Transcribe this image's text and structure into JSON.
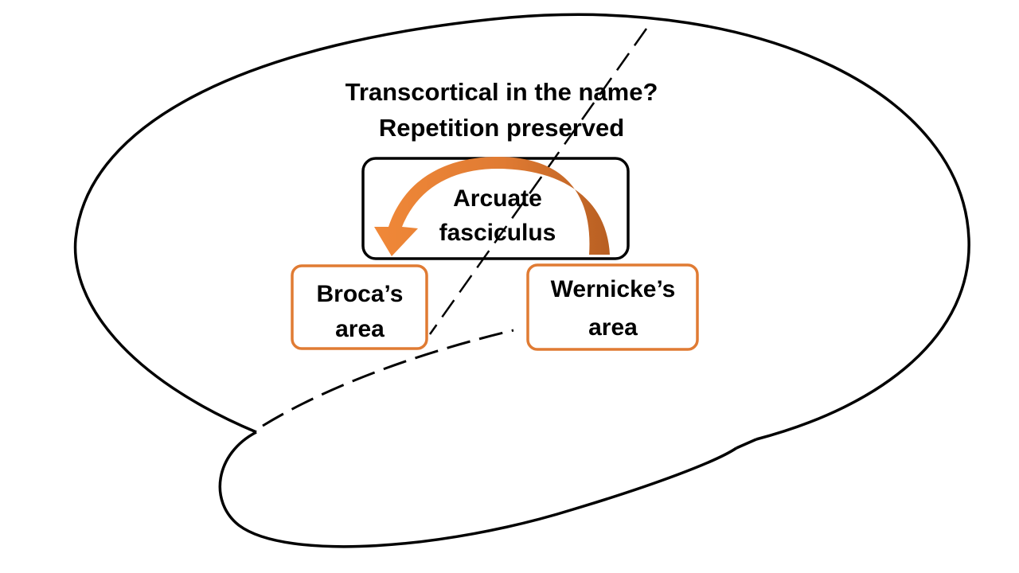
{
  "heading": {
    "question": "Transcortical in the name?",
    "rule": "Repetition preserved"
  },
  "nodes": {
    "arcuate": {
      "line1": "Arcuate",
      "line2": "fasciculus"
    },
    "broca": {
      "line1": "Broca’s",
      "line2": "area"
    },
    "wernicke": {
      "line1": "Wernicke’s",
      "line2": "area"
    }
  },
  "colors": {
    "box_border_dark": "#000000",
    "box_border_orange": "#E07B33",
    "arrow_fill": "#E07B33",
    "arrow_shade": "#B85F22",
    "outline": "#000000",
    "background": "#FFFFFF"
  }
}
